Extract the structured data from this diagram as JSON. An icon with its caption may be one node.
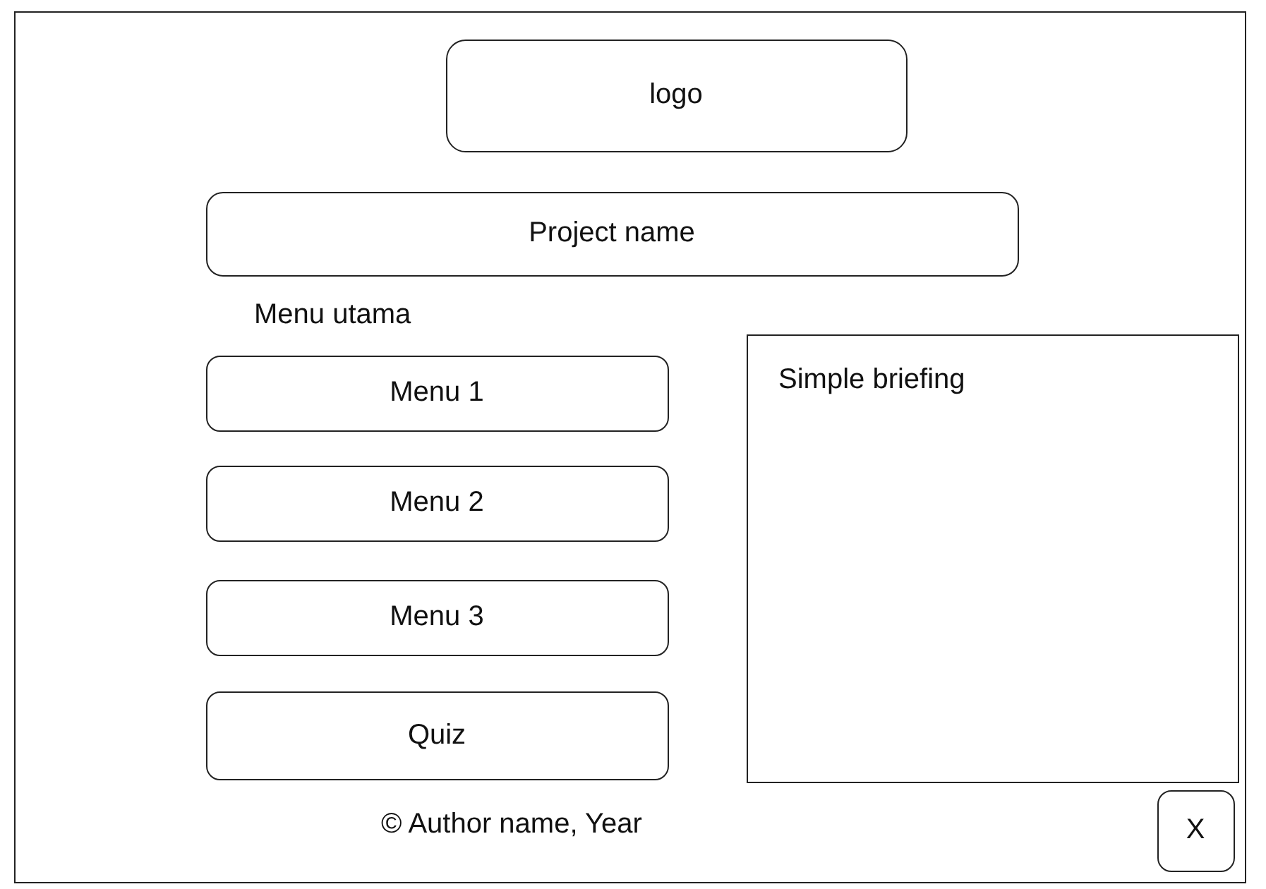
{
  "diagram": {
    "nodes": [
      {
        "text": [],
        "shape": "box"
      },
      {
        "text": [
          "logo"
        ],
        "in": 0
      },
      {
        "text": [
          "Project name"
        ],
        "in": 0
      },
      {
        "text": [
          "Menu 1"
        ],
        "in": 0
      },
      {
        "text": [
          "Menu 2"
        ],
        "in": 0
      },
      {
        "text": [
          "Menu 3"
        ],
        "in": 0
      },
      {
        "text": [
          "Quiz"
        ],
        "in": 0
      },
      {
        "text": [
          "Simple briefing"
        ],
        "in": 0
      },
      {
        "text": [
          "X"
        ],
        "in": 0
      }
    ],
    "edges": [],
    "labels": [
      "Menu utama",
      "© Author name, Year"
    ]
  }
}
